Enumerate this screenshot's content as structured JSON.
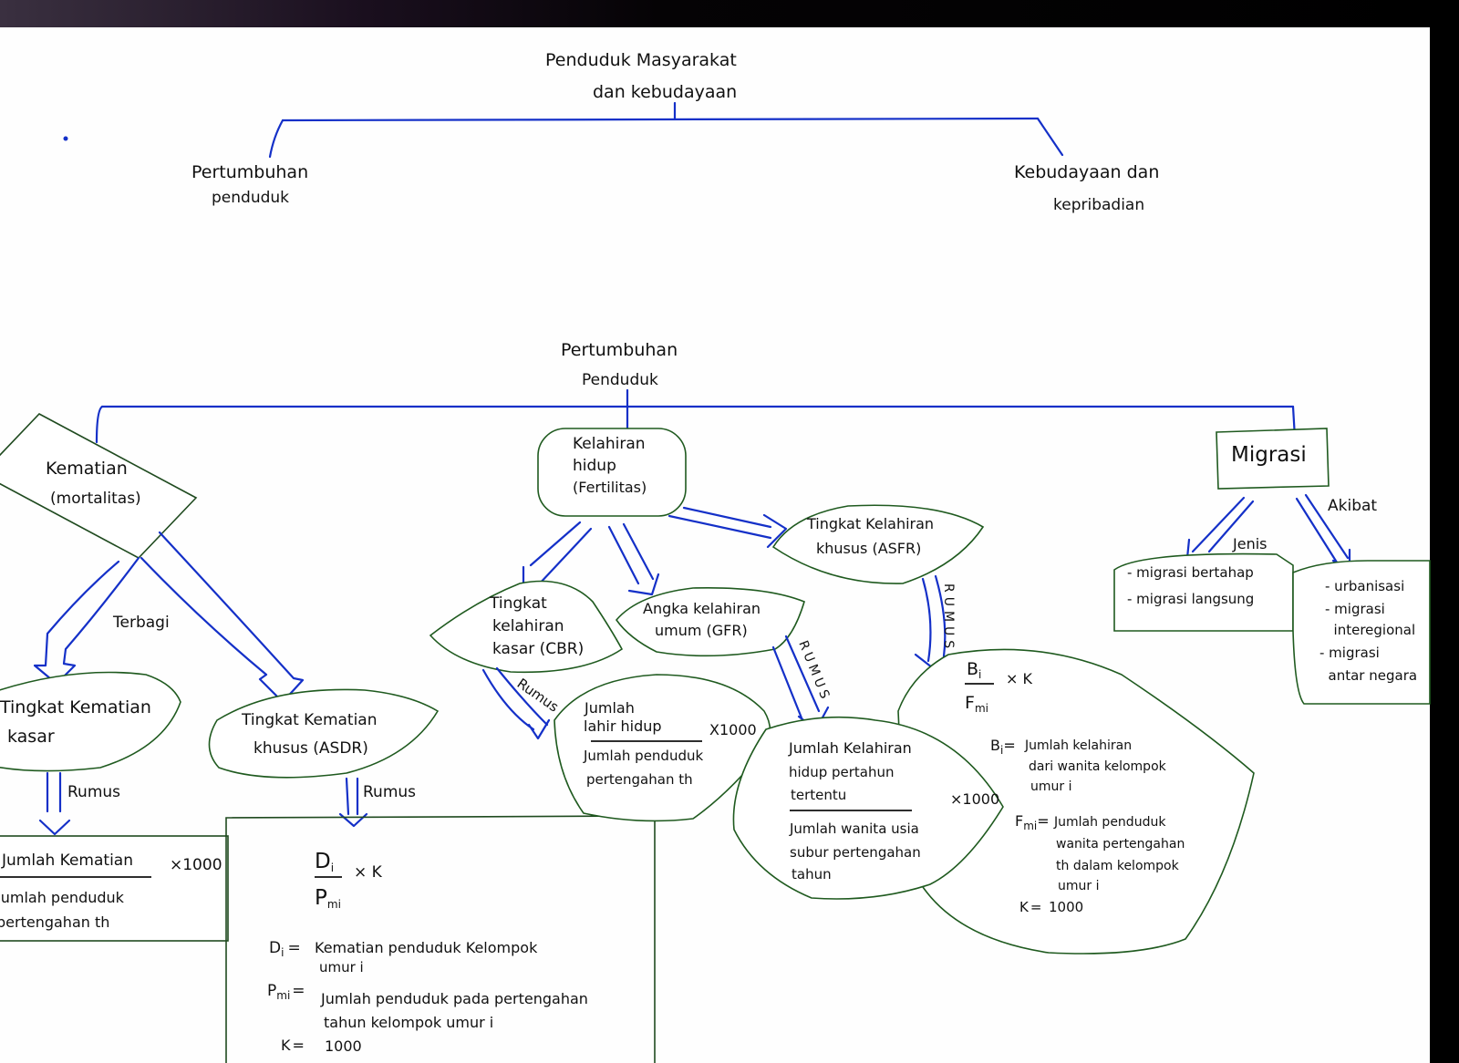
{
  "title": {
    "line1": "Penduduk Masyarakat",
    "line2": "dan kebudayaan"
  },
  "level1": {
    "left": {
      "line1": "Pertumbuhan",
      "line2": "penduduk"
    },
    "right": {
      "line1": "Kebudayaan dan",
      "line2": "kepribadian"
    }
  },
  "growth_root": {
    "line1": "Pertumbuhan",
    "line2": "Penduduk"
  },
  "mortality": {
    "node": {
      "line1": "Kematian",
      "line2": "(mortalitas)"
    },
    "split_label": "Terbagi",
    "cdr": {
      "node": {
        "line1": "Tingkat Kematian",
        "line2": "kasar"
      },
      "arrow_label": "Rumus",
      "formula": {
        "numerator": "Jumlah Kematian",
        "multiplier": "×1000",
        "denominator_line1": "Jumlah penduduk",
        "denominator_line2": "pertengahan th"
      }
    },
    "asdr": {
      "node": {
        "line1": "Tingkat Kematian",
        "line2": "khusus (ASDR)"
      },
      "arrow_label": "Rumus",
      "formula": {
        "numerator": "D",
        "numerator_sub": "i",
        "denominator": "P",
        "denominator_sub": "mi",
        "multiplier": "× K"
      },
      "definitions": [
        {
          "symbol": "D",
          "sub": "i",
          "eq": "=",
          "lines": [
            "Kematian penduduk Kelompok",
            "umur i"
          ]
        },
        {
          "symbol": "P",
          "sub": "mi",
          "eq": "=",
          "lines": [
            "Jumlah penduduk pada pertengahan",
            "tahun kelompok umur i"
          ]
        },
        {
          "symbol": "K",
          "sub": "",
          "eq": "=",
          "lines": [
            "1000"
          ]
        }
      ]
    }
  },
  "fertility": {
    "node": {
      "line1": "Kelahiran",
      "line2": "hidup",
      "line3": "(Fertilitas)"
    },
    "cbr": {
      "node": {
        "line1": "Tingkat",
        "line2": "kelahiran",
        "line3": "kasar (CBR)"
      },
      "arrow_label": "Rumus",
      "formula": {
        "numerator_line1": "Jumlah",
        "numerator_line2": "lahir hidup",
        "multiplier": "X1000",
        "denominator_line1": "Jumlah penduduk",
        "denominator_line2": "pertengahan th"
      }
    },
    "gfr": {
      "node": {
        "line1": "Angka kelahiran",
        "line2": "umum (GFR)"
      },
      "arrow_label": "RUMUS",
      "formula": {
        "numerator_line1": "Jumlah Kelahiran",
        "numerator_line2": "hidup pertahun",
        "numerator_line3": "tertentu",
        "multiplier": "×1000",
        "denominator_line1": "Jumlah wanita usia",
        "denominator_line2": "subur pertengahan",
        "denominator_line3": "tahun"
      }
    },
    "asfr": {
      "node": {
        "line1": "Tingkat Kelahiran",
        "line2": "khusus (ASFR)"
      },
      "arrow_label": "RUMUS",
      "formula": {
        "numerator": "B",
        "numerator_sub": "i",
        "denominator": "F",
        "denominator_sub": "mi",
        "multiplier": "× K"
      },
      "definitions": [
        {
          "symbol": "B",
          "sub": "i",
          "eq": "=",
          "lines": [
            "Jumlah kelahiran",
            "dari wanita kelompok",
            "umur i"
          ]
        },
        {
          "symbol": "F",
          "sub": "mi",
          "eq": "=",
          "lines": [
            "Jumlah penduduk",
            "wanita pertengahan",
            "th dalam kelompok",
            "umur i"
          ]
        },
        {
          "symbol": "K",
          "sub": "",
          "eq": "=",
          "lines": [
            "1000"
          ]
        }
      ]
    }
  },
  "migration": {
    "node": "Migrasi",
    "types": {
      "arrow_label": "Jenis",
      "items": [
        "- migrasi bertahap",
        "- migrasi langsung"
      ]
    },
    "effects": {
      "arrow_label": "Akibat",
      "items": [
        "- urbanisasi",
        "- migrasi",
        "  interegional",
        "- migrasi",
        "  antar negara"
      ]
    }
  },
  "colors": {
    "connector": "#1430c8",
    "node_outline": "#1f5a1f",
    "ink": "#111111",
    "paper": "#fefefe"
  }
}
